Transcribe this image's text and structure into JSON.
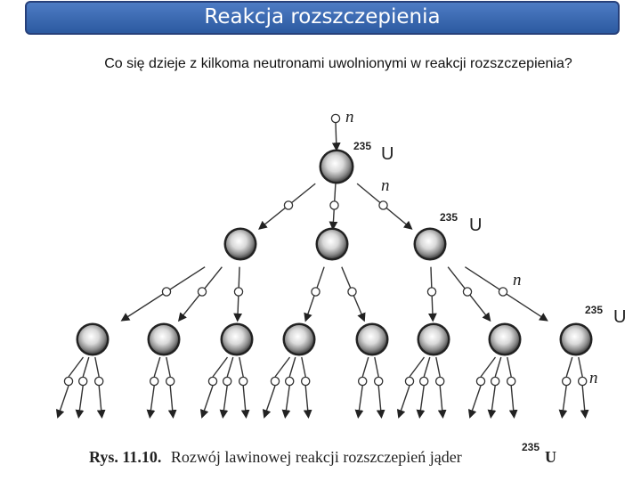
{
  "slide": {
    "title": "Reakcja rozszczepienia",
    "question": "Co się dzieje z kilkoma neutronami uwolnionymi w reakcji rozszczepienia?"
  },
  "diagram": {
    "neutron_symbol": "n",
    "nucleus_mass": "235",
    "nucleus_symbol": "U",
    "caption_prefix": "Rys. 11.10.",
    "caption_text": "Rozwój lawinowej reakcji rozszczepień jąder",
    "caption_mass": "235",
    "caption_symbol": "U"
  }
}
